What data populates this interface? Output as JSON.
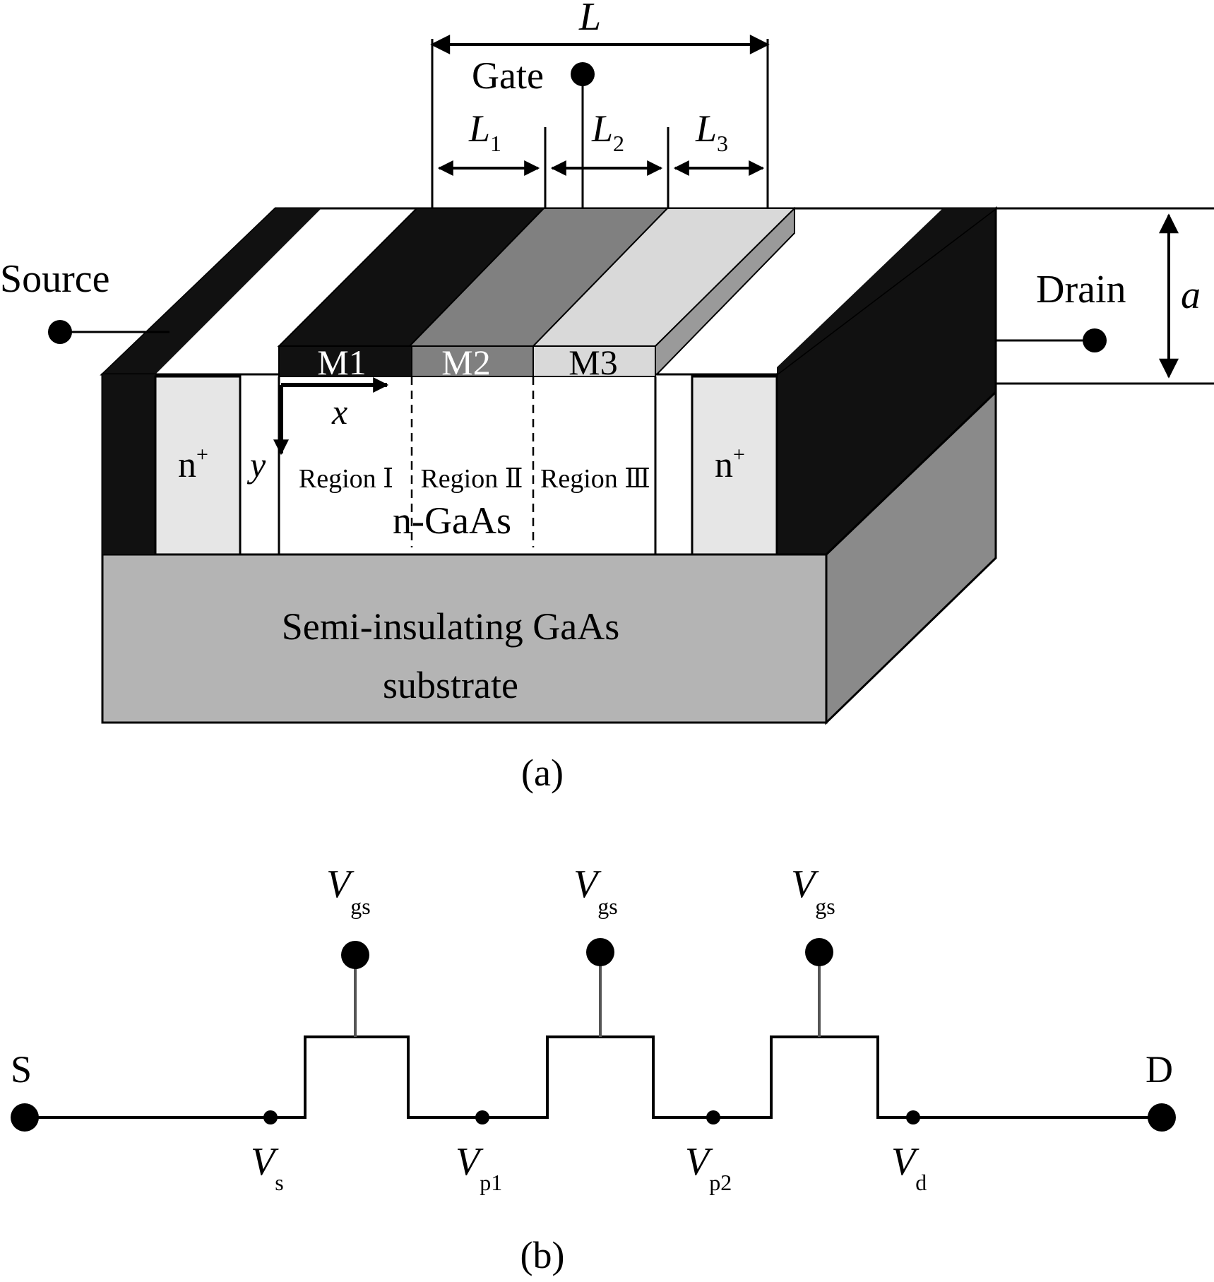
{
  "panel_a": {
    "caption": "(a)",
    "labels": {
      "gate": "Gate",
      "source": "Source",
      "drain": "Drain",
      "L": "L",
      "L_sym": "L",
      "L1_sub": "1",
      "L2_sub": "2",
      "L3_sub": "3",
      "a": "a",
      "m1": "M1",
      "m2": "M2",
      "m3": "M3",
      "x": "x",
      "y": "y",
      "n_plus": "n",
      "n_plus_sup": "+",
      "region1": "Region Ⅰ",
      "region2": "Region Ⅱ",
      "region3": "Region Ⅲ",
      "n_gaas": "n-GaAs",
      "substrate_line1": "Semi-insulating GaAs",
      "substrate_line2": "substrate"
    },
    "colors": {
      "metal_black": "#111111",
      "m2_gray": "#808080",
      "m3_light": "#d9d9d9",
      "n_plus_fill": "#e6e6e6",
      "substrate_front": "#b4b4b4",
      "substrate_side": "#8a8a8a"
    }
  },
  "panel_b": {
    "caption": "(b)",
    "labels": {
      "s": "S",
      "d": "D",
      "v": "V",
      "gs_sub": "gs",
      "vs_sub": "s",
      "vp1_sub": "p1",
      "vp2_sub": "p2",
      "vd_sub": "d"
    }
  }
}
